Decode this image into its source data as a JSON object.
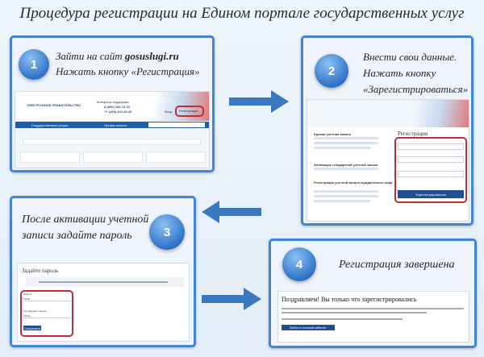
{
  "title": "Процедура регистрации на Едином портале государственных услуг",
  "steps": [
    {
      "number": "1",
      "line1_prefix": "Зайти на сайт ",
      "line1_bold": "gosuslugi.ru",
      "line2": "Нажать кнопку «Регистрация»",
      "shot": {
        "logo": "ЭЛЕКТРОННОЕ ПРАВИТЕЛЬСТВО",
        "phone_label": "Телефоны поддержки",
        "phone1": "8 (800) 100-70-10",
        "phone2": "+7 (495) 202-10-39",
        "login": "Вход",
        "register": "Регистрация",
        "tab1": "Государственные услуги",
        "tab2": "Органы власти"
      }
    },
    {
      "number": "2",
      "line1": "Внести свои данные.",
      "line2": "Нажать кнопку",
      "line3": "«Зарегистрироваться»",
      "shot": {
        "left_h1": "Единая учетная запись",
        "left_h2": "Активация стандартной учетной записи",
        "left_h3": "Регистрация учетной записи юридического лица",
        "form_title": "Регистрация",
        "submit": "Зарегистрироваться"
      }
    },
    {
      "number": "3",
      "line1": "После активации учетной",
      "line2": "записи задайте пароль",
      "shot": {
        "heading": "Задайте пароль",
        "field1": "Пароль",
        "field2": "Подтвердите пароль",
        "masked": "••••••",
        "save": "Сохранить"
      }
    },
    {
      "number": "4",
      "line1": "Регистрация завершена",
      "shot": {
        "heading": "Поздравляем! Вы только что зарегистрировались",
        "button": "Войти в личный кабинет"
      }
    }
  ],
  "colors": {
    "panel_border": "#3f86d6",
    "arrow": "#3a78c0",
    "highlight": "#b5303a"
  }
}
